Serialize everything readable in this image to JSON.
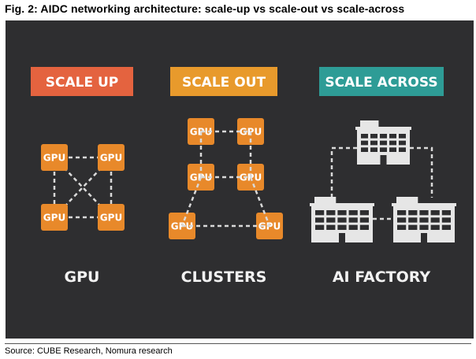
{
  "figure": {
    "title": "Fig. 2:  AIDC networking architecture: scale-up vs scale-out vs scale-across",
    "source": "Source: CUBE Research, Nomura research"
  },
  "colors": {
    "background": "#2e2e30",
    "scale_up": "#e4633f",
    "scale_out": "#e89a2c",
    "scale_across": "#2e9c96",
    "gpu_box": "#e8892a",
    "building": "#e6e6e6",
    "line": "#d9d9d9"
  },
  "columns": [
    {
      "key": "scale_up",
      "badge": "SCALE UP",
      "caption": "GPU",
      "icon": "gpu-mesh"
    },
    {
      "key": "scale_out",
      "badge": "SCALE OUT",
      "caption": "CLUSTERS",
      "icon": "gpu-cluster"
    },
    {
      "key": "scale_across",
      "badge": "SCALE ACROSS",
      "caption": "AI FACTORY",
      "icon": "building-network"
    }
  ],
  "gpu_label": "GPU"
}
